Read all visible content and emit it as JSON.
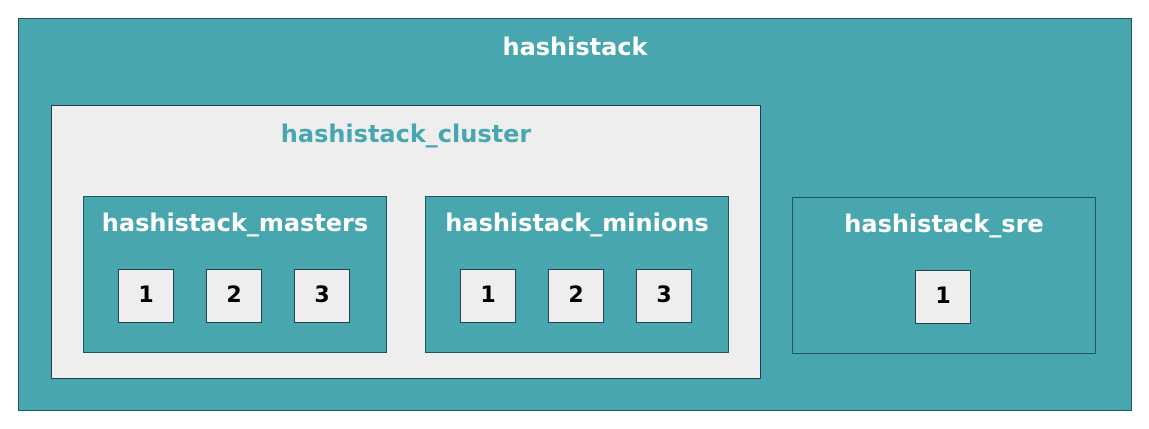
{
  "colors": {
    "teal": "#48a7ae",
    "light_grey": "#eeeeee",
    "border_dark": "#1e5561",
    "text_white": "#ffffff",
    "text_dark": "#000000"
  },
  "hashistack": {
    "title": "hashistack",
    "cluster": {
      "title": "hashistack_cluster",
      "masters": {
        "title": "hashistack_masters",
        "nodes": [
          "1",
          "2",
          "3"
        ]
      },
      "minions": {
        "title": "hashistack_minions",
        "nodes": [
          "1",
          "2",
          "3"
        ]
      }
    },
    "sre": {
      "title": "hashistack_sre",
      "nodes": [
        "1"
      ]
    }
  }
}
